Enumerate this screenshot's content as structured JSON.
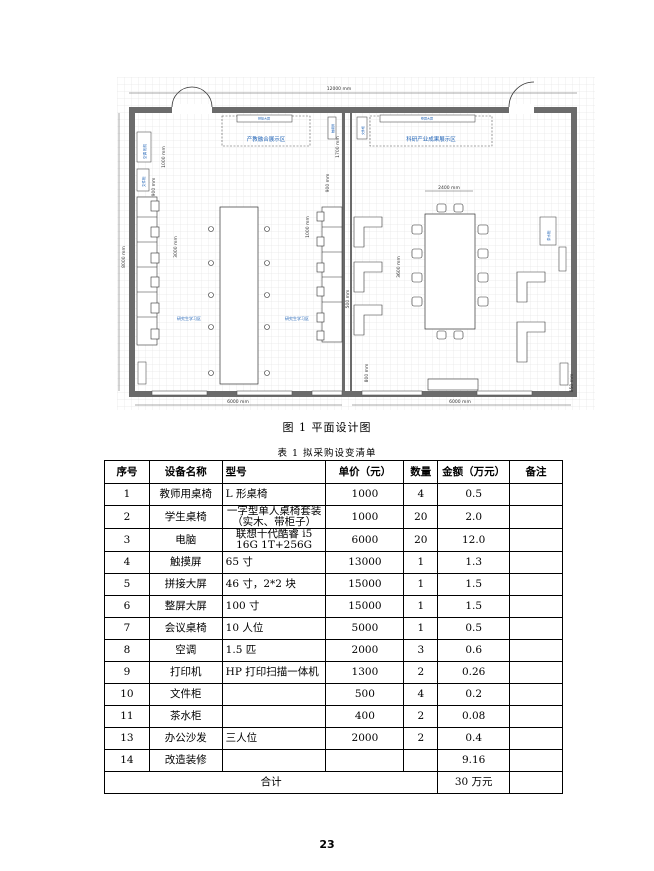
{
  "figure": {
    "caption": "图 1  平面设计图",
    "dims": {
      "top": "12000  mm",
      "left": "8000  mm",
      "bottom_left": "6000  mm",
      "bottom_right": "6000  mm",
      "table_top": "2400  mm",
      "table_side": "3600  mm",
      "side_1000": "1000  mm",
      "side_3000": "3000  mm",
      "side_900": "900  mm",
      "side_1700": "1700  mm",
      "side_500": "500  mm",
      "side_800": "800  mm",
      "side_850": "850  mm"
    },
    "zones": {
      "zone1": "产教融合展示区",
      "zone2": "科研产业成果展示区",
      "study_left": "研究生学习区",
      "study_right": "研究生学习区",
      "left_box1": "空调 柜机",
      "left_box2": "文件柜",
      "right_box": "茶水柜",
      "screen1": "拼接大屏",
      "screen2": "整屏大屏",
      "touch": "触摸屏",
      "file_cab": "文件柜"
    }
  },
  "table": {
    "caption": "表 1  拟采购设变清单",
    "headers": [
      "序号",
      "设备名称",
      "型号",
      "单价（元）",
      "数量",
      "金额（万元）",
      "备注"
    ],
    "rows": [
      [
        "1",
        "教师用桌椅",
        "L 形桌椅",
        "1000",
        "4",
        "0.5",
        ""
      ],
      [
        "2",
        "学生桌椅",
        "一字型单人桌椅套装（实木、带柜子）",
        "1000",
        "20",
        "2.0",
        ""
      ],
      [
        "3",
        "电脑",
        "联想十代酷睿 i5 16G 1T+256G",
        "6000",
        "20",
        "12.0",
        ""
      ],
      [
        "4",
        "触摸屏",
        "65 寸",
        "13000",
        "1",
        "1.3",
        ""
      ],
      [
        "5",
        "拼接大屏",
        "46 寸，2*2 块",
        "15000",
        "1",
        "1.5",
        ""
      ],
      [
        "6",
        "整屏大屏",
        "100 寸",
        "15000",
        "1",
        "1.5",
        ""
      ],
      [
        "7",
        "会议桌椅",
        "10 人位",
        "5000",
        "1",
        "0.5",
        ""
      ],
      [
        "8",
        "空调",
        "1.5 匹",
        "2000",
        "3",
        "0.6",
        ""
      ],
      [
        "9",
        "打印机",
        "HP 打印扫描一体机",
        "1300",
        "2",
        "0.26",
        ""
      ],
      [
        "10",
        "文件柜",
        "",
        "500",
        "4",
        "0.2",
        ""
      ],
      [
        "11",
        "茶水柜",
        "",
        "400",
        "2",
        "0.08",
        ""
      ],
      [
        "13",
        "办公沙发",
        "三人位",
        "2000",
        "2",
        "0.4",
        ""
      ],
      [
        "14",
        "改造装修",
        "",
        "",
        "",
        "9.16",
        ""
      ]
    ],
    "total_label": "合计",
    "total_value": "30 万元"
  },
  "page_number": "23"
}
